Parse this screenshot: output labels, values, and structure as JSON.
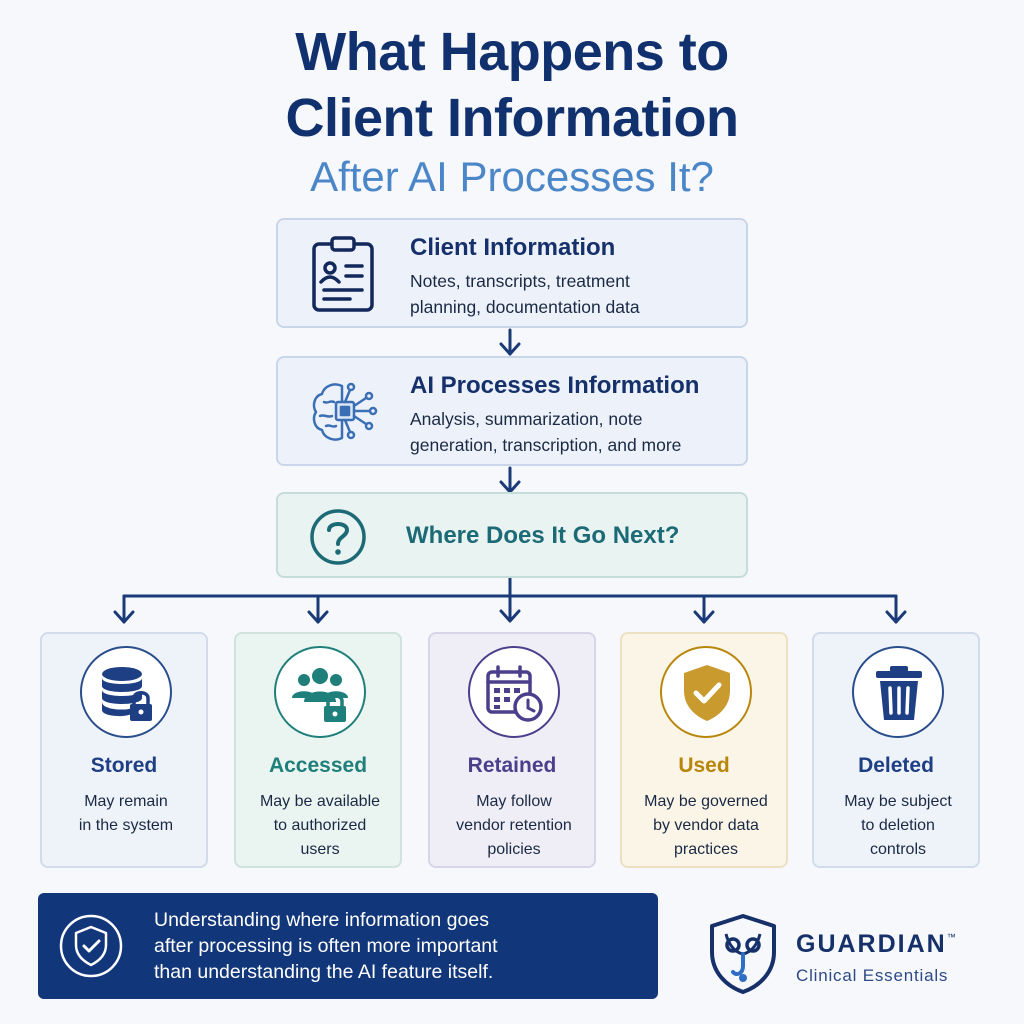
{
  "title": {
    "line1": "What Happens to",
    "line2": "Client Information",
    "subtitle": "After AI Processes It?"
  },
  "steps": [
    {
      "title": "Client Information",
      "desc_line1": "Notes, transcripts, treatment",
      "desc_line2": "planning, documentation data",
      "icon": "clipboard-icon"
    },
    {
      "title": "AI Processes Information",
      "desc_line1": "Analysis, summarization, note",
      "desc_line2": "generation, transcription, and more",
      "icon": "ai-brain-chip-icon"
    }
  ],
  "question": {
    "text": "Where Does It Go Next?",
    "icon": "question-mark-icon"
  },
  "outcomes": [
    {
      "title": "Stored",
      "line1": "May remain",
      "line2": "in the system",
      "line3": "",
      "icon": "database-lock-icon",
      "color": "#1f3f84",
      "bg": "#eef2f9"
    },
    {
      "title": "Accessed",
      "line1": "May be available",
      "line2": "to authorized",
      "line3": "users",
      "icon": "users-lock-icon",
      "color": "#1f7f7a",
      "bg": "#eaf4f1"
    },
    {
      "title": "Retained",
      "line1": "May follow",
      "line2": "vendor retention",
      "line3": "policies",
      "icon": "calendar-clock-icon",
      "color": "#4b3f8c",
      "bg": "#efeef7"
    },
    {
      "title": "Used",
      "line1": "May be governed",
      "line2": "by vendor data",
      "line3": "practices",
      "icon": "shield-check-icon",
      "color": "#b8860b",
      "bg": "#fbf5e8"
    },
    {
      "title": "Deleted",
      "line1": "May be subject",
      "line2": "to deletion",
      "line3": "controls",
      "icon": "trash-icon",
      "color": "#1f3f84",
      "bg": "#eef2f9"
    }
  ],
  "banner": {
    "line1": "Understanding where information goes",
    "line2": "after processing is often more important",
    "line3": "than understanding the AI feature itself.",
    "icon": "shield-check-icon"
  },
  "brand": {
    "name": "GUARDIAN",
    "trademark": "™",
    "tagline": "Clinical Essentials",
    "icon": "guardian-shield-logo"
  },
  "colors": {
    "navy": "#12367a",
    "teal": "#1d6a77",
    "accent_blue": "#4a86c8"
  }
}
